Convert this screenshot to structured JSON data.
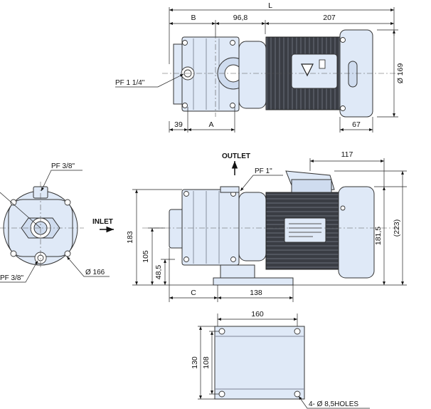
{
  "top_view": {
    "dims": {
      "L": "L",
      "B": "B",
      "d96": "96,8",
      "d207": "207",
      "d39": "39",
      "A": "A",
      "d67": "67",
      "dia169": "Ø 169"
    },
    "labels": {
      "pf_inlet": "PF 1 1/4\""
    }
  },
  "end_view": {
    "labels": {
      "pf_top": "PF 3/8\"",
      "pf_bottom": "PF 3/8\"",
      "dia166": "Ø 166",
      "inlet": "INLET"
    }
  },
  "side_view": {
    "labels": {
      "outlet": "OUTLET",
      "pf_outlet": "PF 1\""
    },
    "dims": {
      "d117": "117",
      "d183": "183",
      "d105": "105",
      "d48": "48,5",
      "d181": "181,5",
      "d223": "(223)",
      "C": "C",
      "d138": "138"
    }
  },
  "base_view": {
    "dims": {
      "d160": "160",
      "d130": "130",
      "d108": "108"
    },
    "labels": {
      "holes": "4- Ø 8,5HOLES"
    }
  },
  "colors": {
    "body": "#dfe9f7",
    "motor_fins": "#3a3d44",
    "line": "#222222"
  }
}
